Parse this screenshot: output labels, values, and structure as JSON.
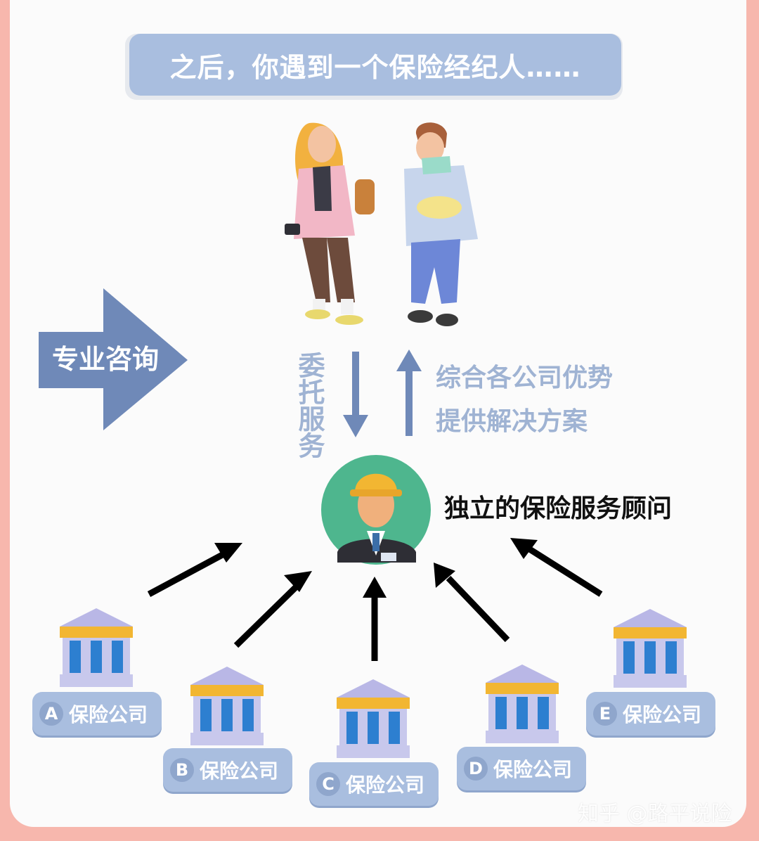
{
  "title": "之后，你遇到一个保险经纪人……",
  "consult_label": "专业咨询",
  "entrust_label": "委托服务",
  "advantage_line1": "综合各公司优势",
  "advantage_line2": "提供解决方案",
  "advisor_label": "独立的保险服务顾问",
  "companies": [
    {
      "letter": "A",
      "label": "保险公司"
    },
    {
      "letter": "B",
      "label": "保险公司"
    },
    {
      "letter": "C",
      "label": "保险公司"
    },
    {
      "letter": "D",
      "label": "保险公司"
    },
    {
      "letter": "E",
      "label": "保险公司"
    }
  ],
  "watermark": "知乎 @路平说险",
  "colors": {
    "accent_blue": "#a9bedf",
    "arrow_blue": "#6f89b8",
    "building_gold": "#f2b632",
    "building_lilac": "#c8c8ec",
    "window_blue": "#2d7fd0",
    "advisor_bg": "#4eb68e"
  }
}
